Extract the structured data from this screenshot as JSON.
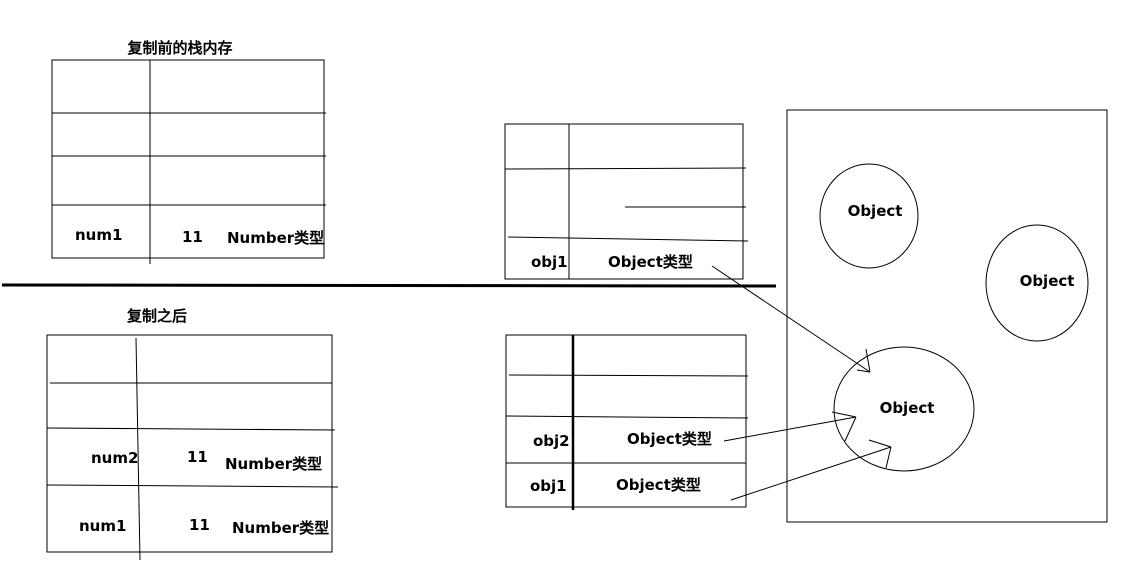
{
  "diagram": {
    "before": {
      "title": "复制前的栈内存",
      "row_name": "num1",
      "row_value": "11",
      "row_type": "Number类型"
    },
    "after": {
      "title": "复制之后",
      "row1_name": "num2",
      "row1_value": "11",
      "row1_type": "Number类型",
      "row2_name": "num1",
      "row2_value": "11",
      "row2_type": "Number类型"
    },
    "heap_before": {
      "row_name": "obj1",
      "row_type": "Object类型"
    },
    "heap_after": {
      "row1_name": "obj2",
      "row1_type": "Object类型",
      "row2_name": "obj1",
      "row2_type": "Object类型"
    },
    "heap": {
      "object_a": "Object",
      "object_b": "Object",
      "object_c": "Object"
    }
  }
}
